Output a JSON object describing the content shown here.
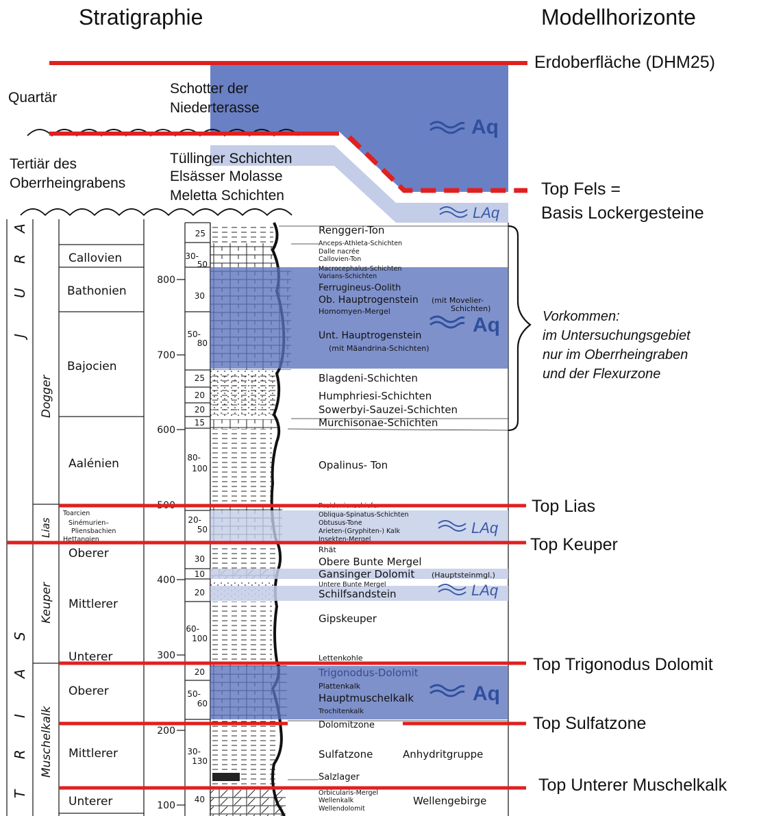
{
  "headers": {
    "left": "Stratigraphie",
    "right": "Modellhorizonte"
  },
  "upper": {
    "quartaer": "Quartär",
    "schotter": [
      "Schotter der",
      "Niederterasse"
    ],
    "tertiaer": [
      "Tertiär des",
      "Oberrheingrabens"
    ],
    "tuellinger": "Tüllinger Schichten",
    "molasse": "Elsässer Molasse",
    "meletta": "Meletta Schichten"
  },
  "model": {
    "surface": "Erdoberfläche (DHM25)",
    "fels": [
      "Top Fels =",
      "Basis Lockergesteine"
    ],
    "lias": "Top Lias",
    "keuper": "Top Keuper",
    "trigonodus": "Top Trigonodus Dolomit",
    "sulfat": "Top Sulfatzone",
    "muschelkalk": "Top Unterer Muschelkalk"
  },
  "aquifers": {
    "aq": "Aq",
    "laq": "LAq"
  },
  "note": [
    "Vorkommen:",
    "im Untersuchungsgebiet",
    "nur im Oberrheingraben",
    "und der Flexurzone"
  ],
  "systems": {
    "jura": [
      "J",
      "U",
      "R",
      "A"
    ],
    "trias": [
      "T",
      "R",
      "I",
      "A",
      "S"
    ]
  },
  "series": [
    "Dogger",
    "Lias",
    "Keuper",
    "Muschelkalk"
  ],
  "stages": [
    "Callovien",
    "Bathonien",
    "Bajocien",
    "Aalénien",
    "Oberer",
    "Mittlerer",
    "Unterer",
    "Oberer",
    "Mittlerer",
    "Unterer"
  ],
  "lias_stages": [
    "Toarcien",
    "Sinémurien–",
    "Pliensbachien",
    "Hettangien"
  ],
  "depth_ticks": [
    "800",
    "700",
    "600",
    "500",
    "400",
    "300",
    "200",
    "100"
  ],
  "thickness": [
    "25",
    "30-",
    "50",
    "30",
    "50-",
    "80",
    "25",
    "20",
    "20",
    "15",
    "80-",
    "100",
    "20-",
    "50",
    "30",
    "10",
    "20",
    "60-",
    "100",
    "20",
    "50-",
    "60",
    "30-",
    "130",
    "40"
  ],
  "units": {
    "renggeri": "Renggeri-Ton",
    "anceps": "Anceps-Athleta-Schichten",
    "dalle": "Dalle nacrée",
    "callovien_ton": "Callovien-Ton",
    "macro": "Macrocephalus-Schichten",
    "varians": "Varians-Schichten",
    "ferrugineus": "Ferrugineus-Oolith",
    "ob_haupt": "Ob. Hauptrogenstein",
    "mit_movelier": "(mit Movelier-",
    "schichten": "Schichten)",
    "homomyen": "Homomyen-Mergel",
    "unt_haupt": "Unt. Hauptrogenstein",
    "maeandrina": "(mit Mäandrina-Schichten)",
    "blagdeni": "Blagdeni-Schichten",
    "humphriesi": "Humphriesi-Schichten",
    "sowerbyi": "Sowerbyi-Sauzei-Schichten",
    "murchisonae": "Murchisonae-Schichten",
    "opalinus": "Opalinus- Ton",
    "posidonien": "Posidonienschiefer",
    "obliqua": "Obliqua-Spinatus-Schichten",
    "obtusus": "Obtusus-Tone",
    "arieten": "Arieten-(Gryphiten-) Kalk",
    "insekten": "Insekten-Mergel",
    "rhaet": "Rhät",
    "obere_bunte": "Obere Bunte Mergel",
    "gansinger": "Gansinger Dolomit",
    "hauptsteinmgl": "(Hauptsteinmgl.)",
    "untere_bunte": "Untere Bunte Mergel",
    "schilf": "Schilfsandstein",
    "gipskeuper": "Gipskeuper",
    "letten": "Lettenkohle",
    "trigonodus": "Trigonodus-Dolomit",
    "plattenkalk": "Plattenkalk",
    "hauptmuschel": "Hauptmuschelkalk",
    "trochiten": "Trochitenkalk",
    "dolomitzone": "Dolomitzone",
    "sulfatzone": "Sulfatzone",
    "anhydrit": "Anhydritgruppe",
    "salzlager": "Salzlager",
    "orbicularis": "Orbicularis-Mergel",
    "wellenkalk": "Wellenkalk",
    "wellendolomit": "Wellendolomit",
    "wellengebirge": "Wellengebirge"
  },
  "colors": {
    "aq": "#5b72bd",
    "aq_light": "#c3cde8",
    "horizon": "#e02020"
  }
}
